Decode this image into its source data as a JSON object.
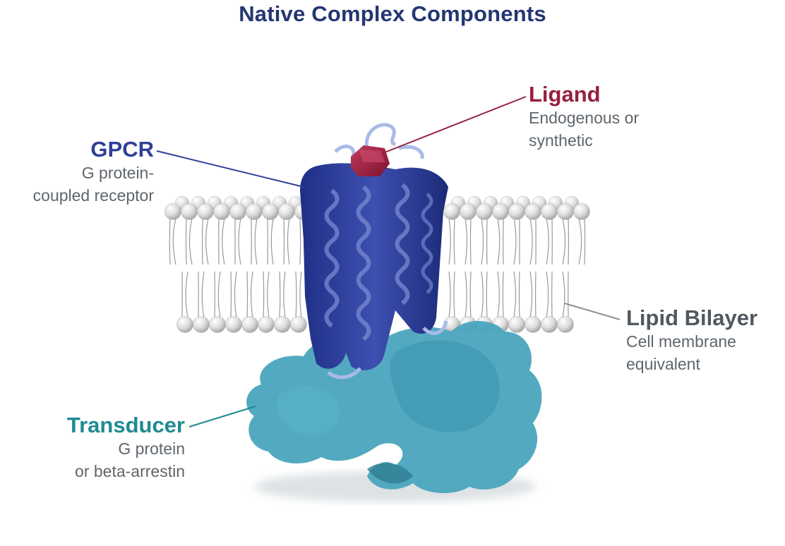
{
  "title": "Native Complex Components",
  "labels": {
    "gpcr": {
      "title": "GPCR",
      "line1": "G protein-",
      "line2": "coupled receptor"
    },
    "ligand": {
      "title": "Ligand",
      "line1": "Endogenous or",
      "line2": "synthetic"
    },
    "lipid": {
      "title": "Lipid Bilayer",
      "line1": "Cell membrane",
      "line2": "equivalent"
    },
    "transducer": {
      "title": "Transducer",
      "line1": "G protein",
      "line2": "or beta-arrestin"
    }
  },
  "colors": {
    "title": "#243673",
    "gpcr": "#2f3f98",
    "ligand": "#98203f",
    "lipid": "#505860",
    "transducer": "#1f8a93",
    "transducer_fill": "#4aa5bd",
    "subtext": "#5f666c"
  }
}
